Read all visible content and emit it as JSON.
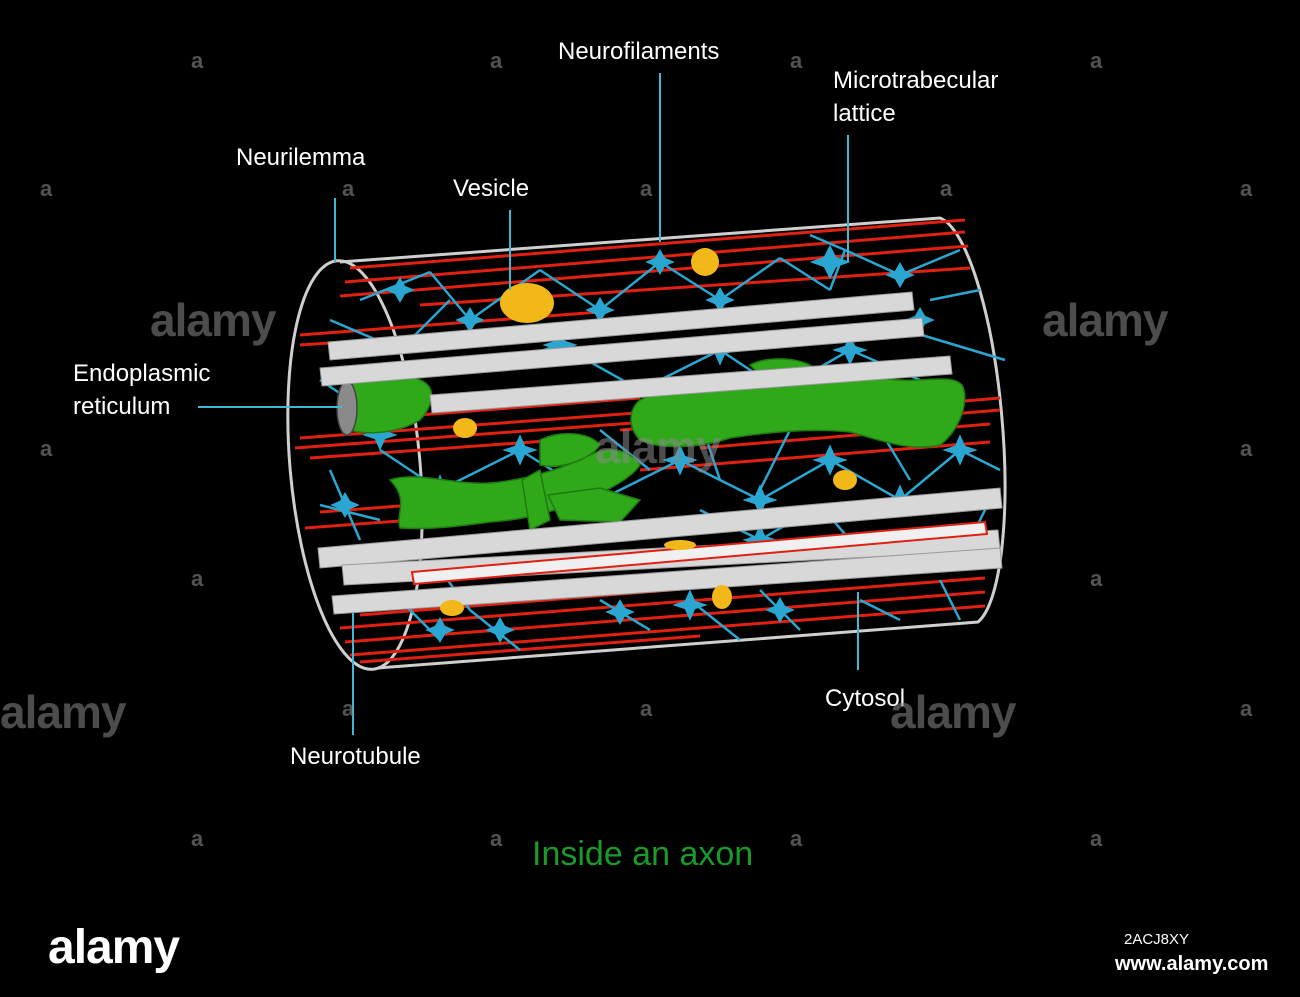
{
  "labels": {
    "neurofilaments": "Neurofilaments",
    "microtrabecular_line1": "Microtrabecular",
    "microtrabecular_line2": "lattice",
    "neurilemma": "Neurilemma",
    "vesicle": "Vesicle",
    "endoplasmic_line1": "Endoplasmic",
    "endoplasmic_line2": "reticulum",
    "cytosol": "Cytosol",
    "neurotubule": "Neurotubule"
  },
  "title": "Inside an axon",
  "watermark": {
    "brand": "alamy",
    "mark": "a",
    "image_id": "2ACJ8XY",
    "url": "www.alamy.com"
  },
  "colors": {
    "background": "#000000",
    "label_text": "#ffffff",
    "title": "#1a9a2a",
    "leader_line": "#3fb8d6",
    "neurofilament": "#e02010",
    "lattice": "#2aa6d0",
    "neurotubule": "#d8d8d8",
    "er": "#2fa81a",
    "vesicle": "#f2b81a"
  }
}
